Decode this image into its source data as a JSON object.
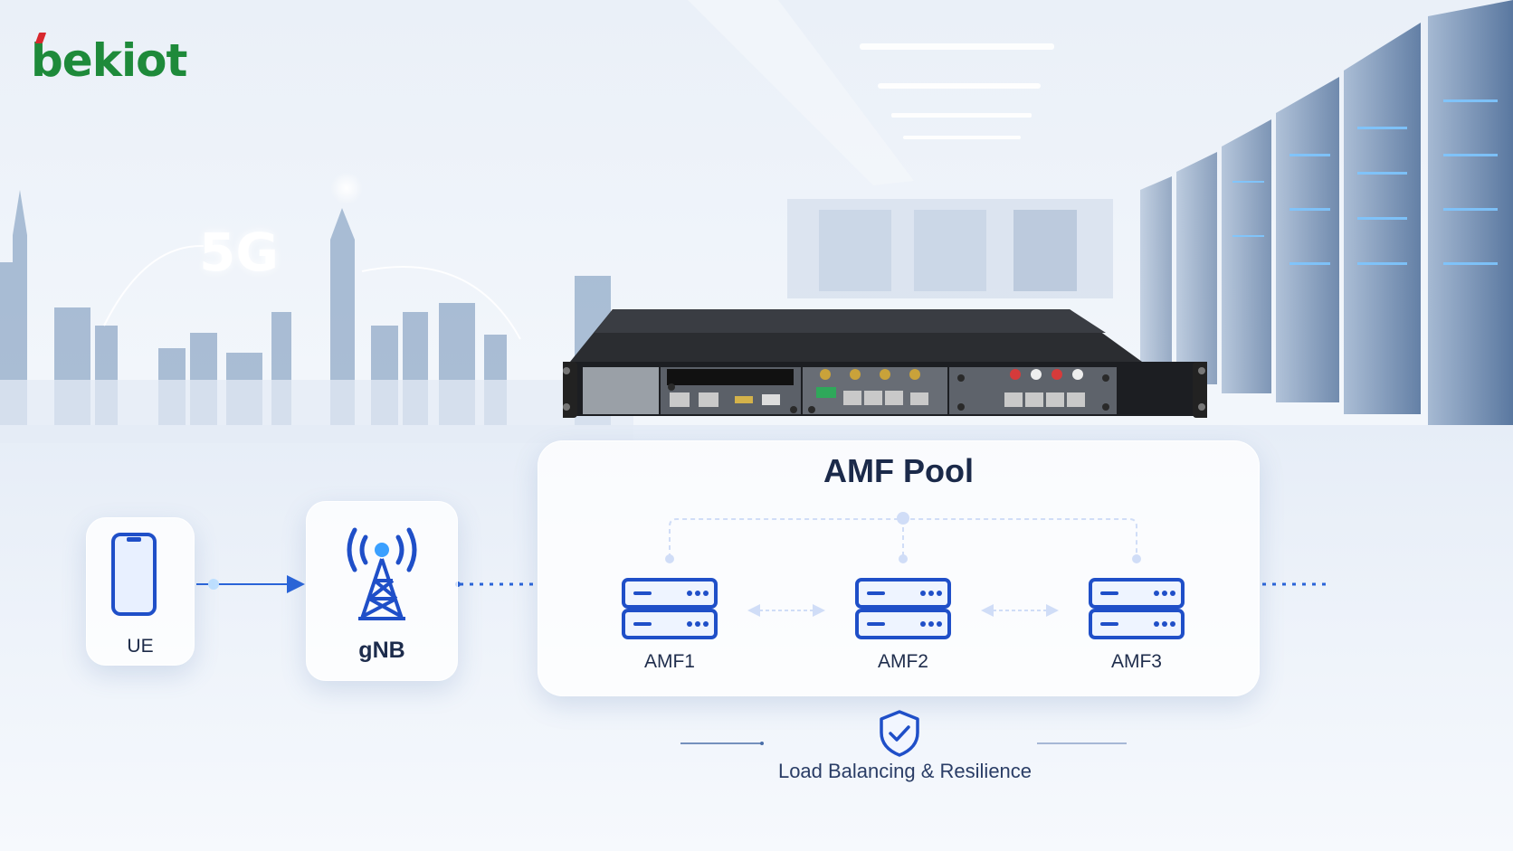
{
  "logo": {
    "text": "bekiot"
  },
  "background": {
    "badge": "5G"
  },
  "device": {
    "name": "rack-core-network-server"
  },
  "flow": {
    "ue": {
      "label": "UE",
      "icon": "smartphone-icon"
    },
    "gnb": {
      "label": "gNB",
      "icon": "cell-tower-icon"
    }
  },
  "pool": {
    "title": "AMF Pool",
    "nodes": [
      {
        "label": "AMF1",
        "icon": "server-icon"
      },
      {
        "label": "AMF2",
        "icon": "server-icon"
      },
      {
        "label": "AMF3",
        "icon": "server-icon"
      }
    ]
  },
  "footer": {
    "label": "Load Balancing & Resilience",
    "icon": "shield-check-icon"
  },
  "colors": {
    "accent": "#1f5fd6",
    "logo_green": "#1e8a3a",
    "logo_red": "#d8282e",
    "text_dark": "#1b2a4a"
  }
}
